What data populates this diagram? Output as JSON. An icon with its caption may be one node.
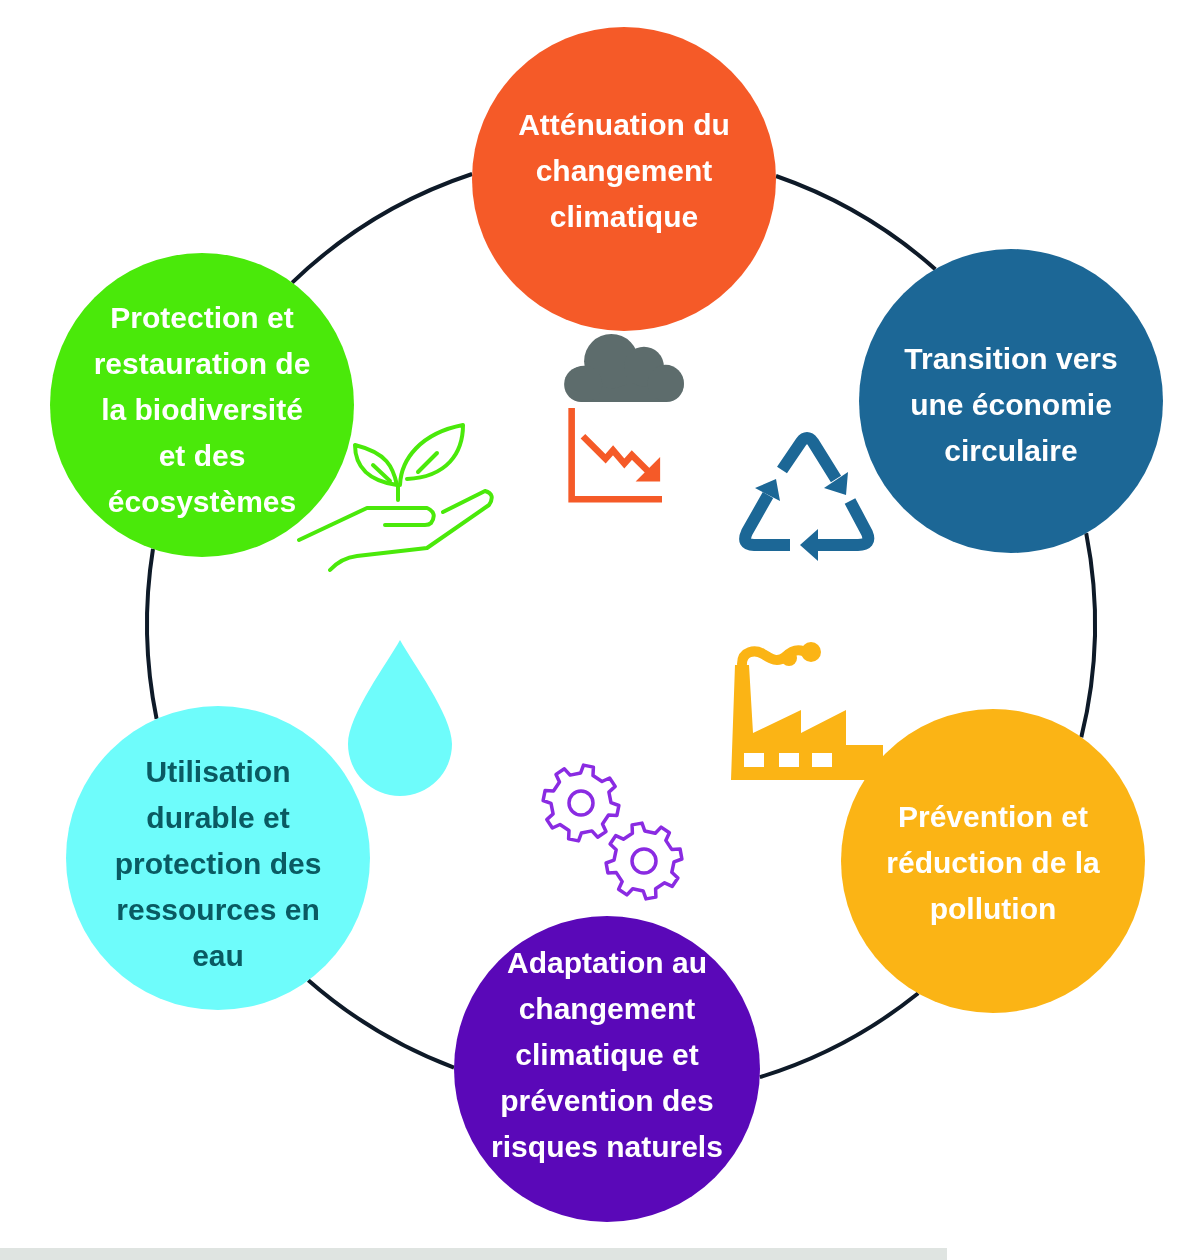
{
  "diagram": {
    "nodes": [
      {
        "text": [
          "Atténuation du changement climatique"
        ]
      },
      {
        "text": [
          "Transition vers une économie circulaire"
        ]
      },
      {
        "text": [
          "Prévention et réduction de la pollution"
        ]
      },
      {
        "text": [
          "Adaptation au changement climatique et prévention des risques naturels"
        ]
      },
      {
        "text": [
          "Utilisation durable et protection des ressources en eau"
        ]
      },
      {
        "text": [
          "Protection et restauration de la biodiversité et des écosystèmes"
        ]
      }
    ],
    "edges": [
      {
        "from": 0,
        "to": 1,
        "arrow": "none"
      },
      {
        "from": 1,
        "to": 2,
        "arrow": "none"
      },
      {
        "from": 2,
        "to": 3,
        "arrow": "none"
      },
      {
        "from": 3,
        "to": 4,
        "arrow": "none"
      },
      {
        "from": 4,
        "to": 5,
        "arrow": "none"
      },
      {
        "from": 5,
        "to": 0,
        "arrow": "none"
      }
    ]
  }
}
